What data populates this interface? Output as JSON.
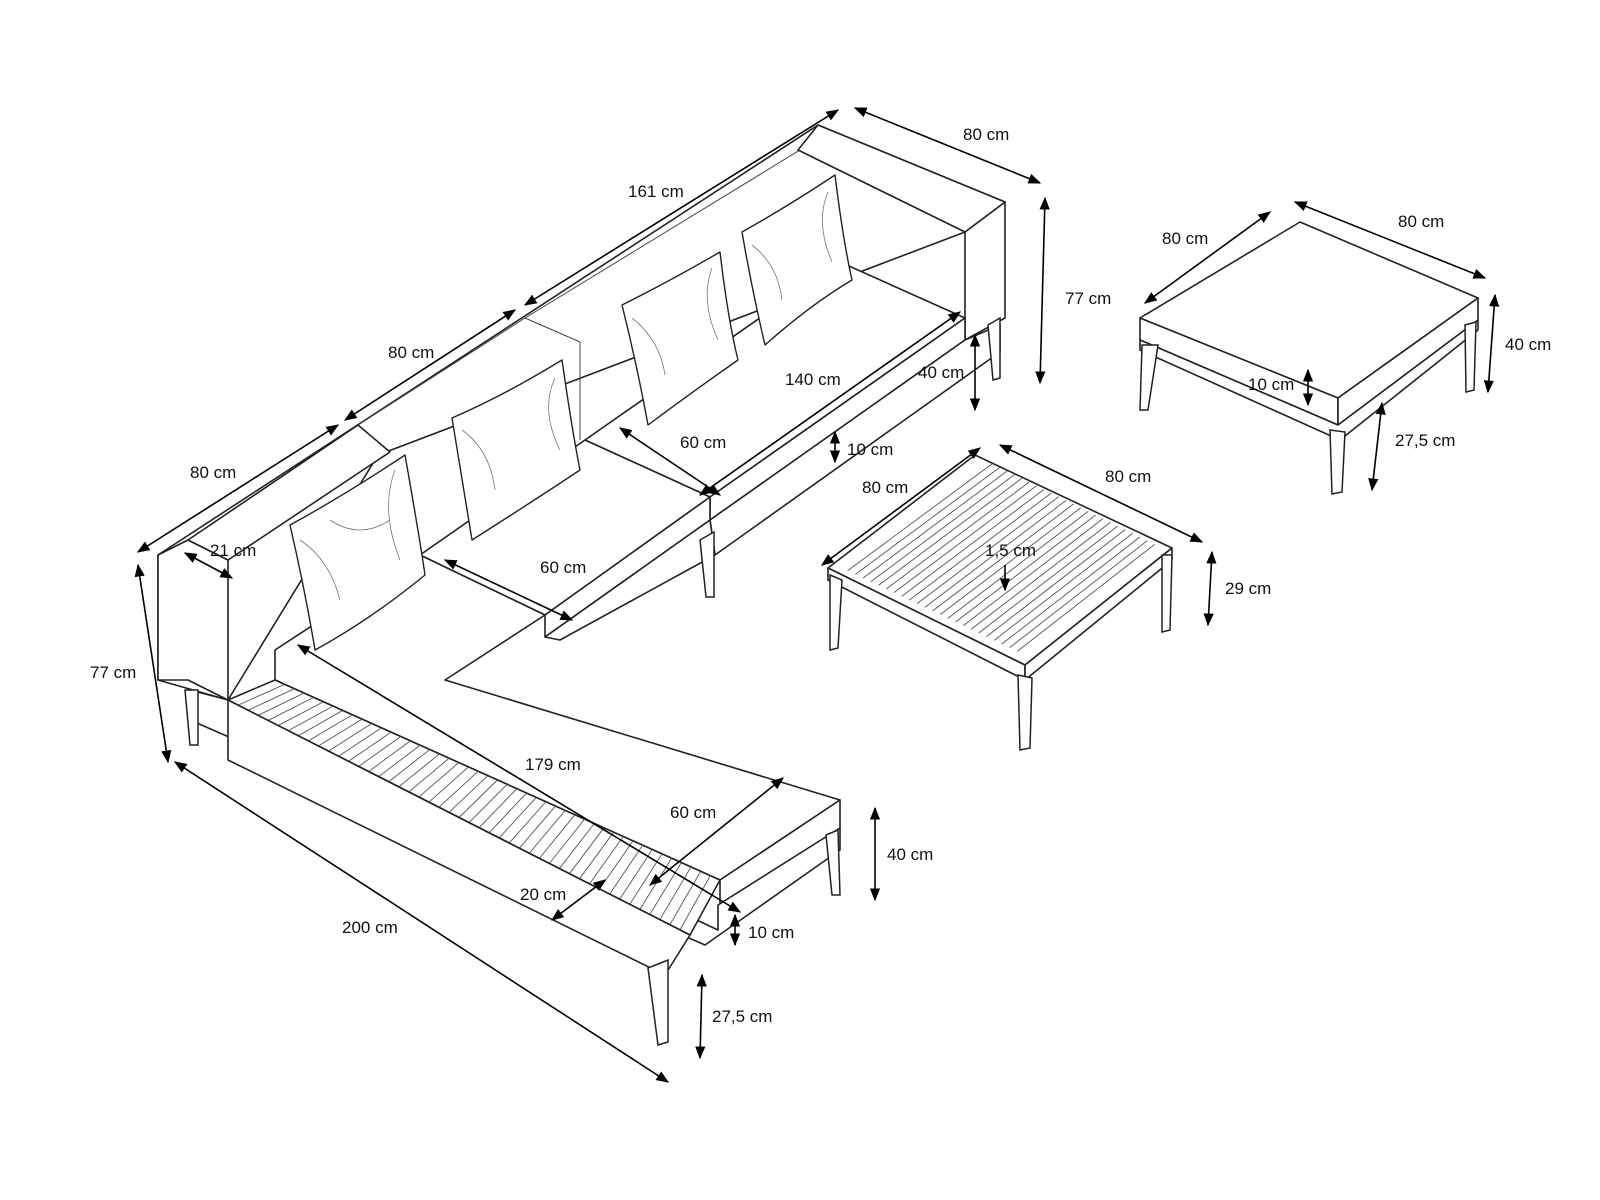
{
  "dimensions": {
    "sofa_back_width_161": "161 cm",
    "sofa_right_depth_80": "80 cm",
    "sofa_back_height_77_right": "77 cm",
    "sofa_middle_module_80": "80 cm",
    "sofa_left_module_80": "80 cm",
    "armrest_width_21": "21 cm",
    "sofa_height_77_left": "77 cm",
    "cushion_span_140": "140 cm",
    "seat_height_40_upper": "40 cm",
    "seat_depth_60_upper": "60 cm",
    "cushion_thickness_10_upper": "10 cm",
    "seat_depth_60_middle": "60 cm",
    "chaise_length_179": "179 cm",
    "chaise_depth_60": "60 cm",
    "chaise_seat_height_40": "40 cm",
    "shelf_width_20": "20 cm",
    "chaise_cushion_10": "10 cm",
    "chaise_total_length_200": "200 cm",
    "chaise_leg_height_27_5": "27,5 cm",
    "table_depth_80": "80 cm",
    "table_width_80": "80 cm",
    "table_slat_1_5": "1,5 cm",
    "table_height_29": "29 cm",
    "ottoman_depth_80": "80 cm",
    "ottoman_width_80": "80 cm",
    "ottoman_height_40": "40 cm",
    "ottoman_cushion_10": "10 cm",
    "ottoman_leg_height_27_5": "27,5 cm"
  }
}
